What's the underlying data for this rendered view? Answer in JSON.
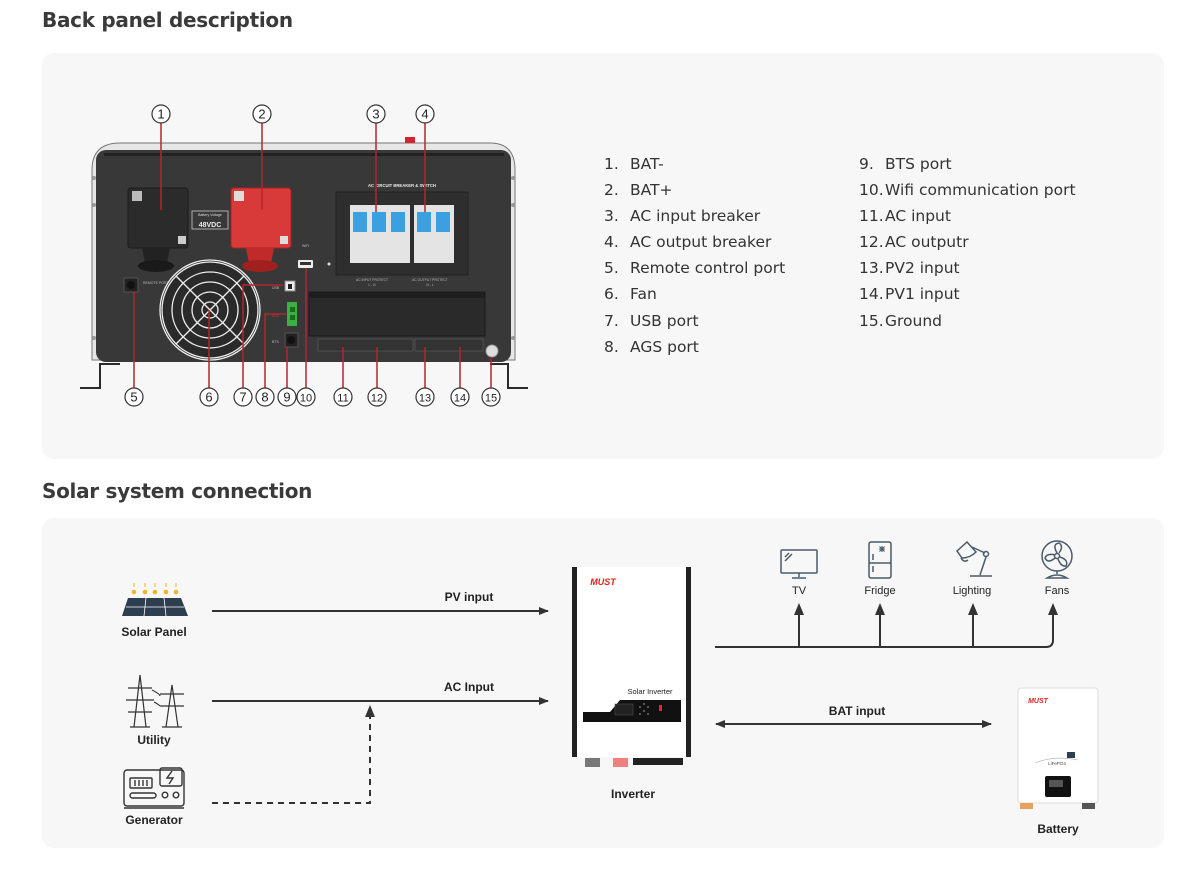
{
  "back_panel": {
    "title": "Back panel description",
    "device": {
      "battery_plate_title": "Battery Voltage",
      "battery_plate_value": "48VDC",
      "breaker_header": "AC CIRCUIT BREAKER & SWITCH",
      "ac_input_protect": "AC INPUT PROTECT",
      "ac_input_protect_sub": "L - N",
      "ac_output_protect": "AC OUTPUT PROTECT",
      "ac_output_protect_sub": "N - L",
      "remote_port_label": "REMOTE PORT",
      "usb_label": "USB",
      "wifi_label": "WIFI",
      "bts_label": "BTS",
      "ags_label": "AGS"
    },
    "callouts": [
      "1",
      "2",
      "3",
      "4",
      "5",
      "6",
      "7",
      "8",
      "9",
      "10",
      "11",
      "12",
      "13",
      "14",
      "15"
    ],
    "legend_col1": [
      {
        "num": "1.",
        "label": "BAT-"
      },
      {
        "num": "2.",
        "label": "BAT+"
      },
      {
        "num": "3.",
        "label": "AC input breaker"
      },
      {
        "num": "4.",
        "label": "AC output breaker"
      },
      {
        "num": "5.",
        "label": "Remote control port"
      },
      {
        "num": "6.",
        "label": "Fan"
      },
      {
        "num": "7.",
        "label": "USB port"
      },
      {
        "num": "8.",
        "label": "AGS port"
      }
    ],
    "legend_col2": [
      {
        "num": "9.",
        "label": "BTS port"
      },
      {
        "num": "10.",
        "label": "Wifi communication port"
      },
      {
        "num": "11.",
        "label": "AC input"
      },
      {
        "num": "12.",
        "label": "AC outputr"
      },
      {
        "num": "13.",
        "label": "PV2 input"
      },
      {
        "num": "14.",
        "label": "PV1 input"
      },
      {
        "num": "15.",
        "label": "Ground"
      }
    ]
  },
  "connection": {
    "title": "Solar system connection",
    "sources": {
      "solar_panel": "Solar Panel",
      "utility": "Utility",
      "generator": "Generator"
    },
    "flows": {
      "pv_input": "PV input",
      "ac_input": "AC Input",
      "bat_input": "BAT input"
    },
    "inverter": {
      "label": "Inverter",
      "brand": "MUST",
      "model_text": "Solar Inverter"
    },
    "loads": [
      {
        "label": "TV",
        "icon": "tv-icon"
      },
      {
        "label": "Fridge",
        "icon": "fridge-icon"
      },
      {
        "label": "Lighting",
        "icon": "lamp-icon"
      },
      {
        "label": "Fans",
        "icon": "fan-icon"
      }
    ],
    "battery": {
      "label": "Battery",
      "brand": "MUST",
      "chemistry": "LiFePO4"
    }
  },
  "colors": {
    "callout_line": "#b3262d",
    "bat_plus": "#d83a3a",
    "device_body": "#3a3a3a",
    "breaker_blue": "#3aa0e0",
    "brand_red": "#e02020",
    "arrow": "#333333",
    "panel_bg": "#f7f7f7"
  }
}
